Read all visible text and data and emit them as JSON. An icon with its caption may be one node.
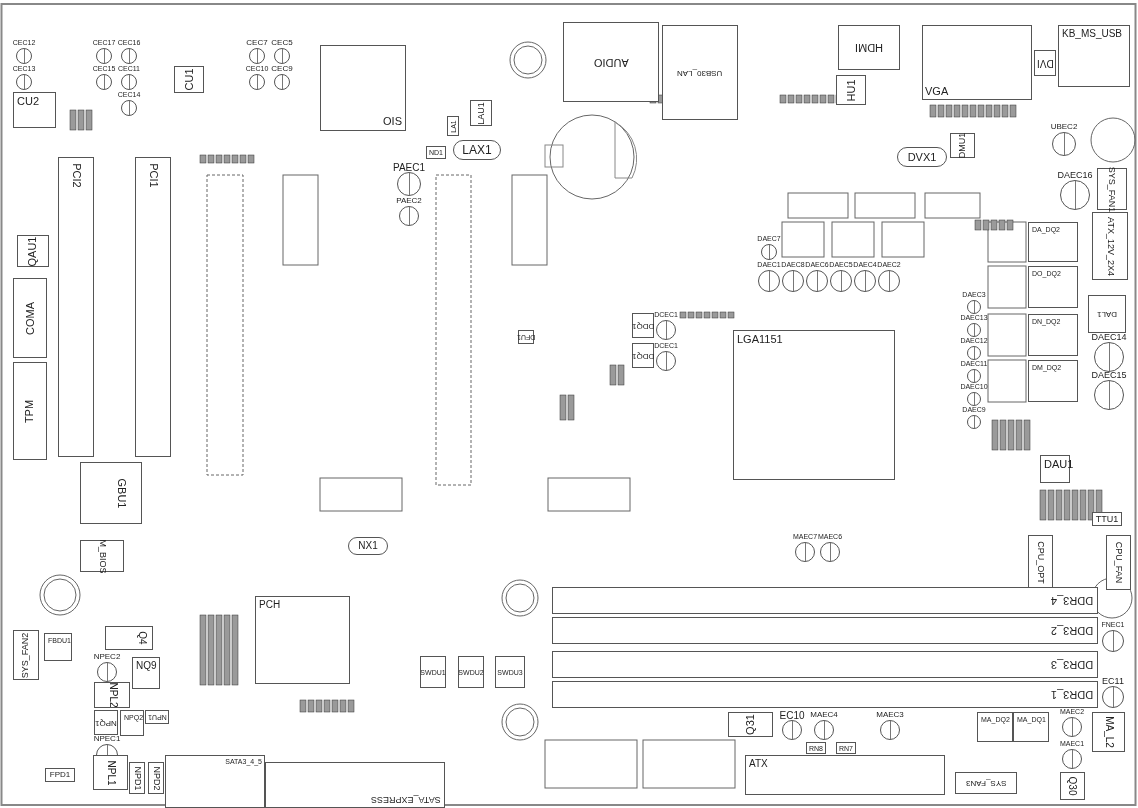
{
  "diagram": {
    "nodes": [
      {
        "text": [
          "CEC12"
        ]
      },
      {
        "text": [
          "CEC13"
        ]
      },
      {
        "text": [
          "CEC17"
        ]
      },
      {
        "text": [
          "CEC16"
        ]
      },
      {
        "text": [
          "CEC15"
        ]
      },
      {
        "text": [
          "CEC11"
        ]
      },
      {
        "text": [
          "CEC14"
        ]
      },
      {
        "text": [
          "CEC7"
        ]
      },
      {
        "text": [
          "CEC5"
        ]
      },
      {
        "text": [
          "CEC10"
        ]
      },
      {
        "text": [
          "CEC9"
        ]
      },
      {
        "text": [
          "CU2"
        ]
      },
      {
        "text": [
          "CU1"
        ]
      },
      {
        "text": [
          "PCI2"
        ]
      },
      {
        "text": [
          "PCI1"
        ]
      },
      {
        "text": [
          "OIS"
        ]
      },
      {
        "text": [
          "LAU1"
        ]
      },
      {
        "text": [
          "LAX1"
        ]
      },
      {
        "text": [
          "PAEC1"
        ]
      },
      {
        "text": [
          "PAEC2"
        ]
      },
      {
        "text": [
          "AUDIO"
        ]
      },
      {
        "text": [
          "USB30_LAN"
        ]
      },
      {
        "text": [
          "HDMI"
        ]
      },
      {
        "text": [
          "VGA"
        ]
      },
      {
        "text": [
          "DVI"
        ]
      },
      {
        "text": [
          "KB_MS_USB"
        ]
      },
      {
        "text": [
          "HU1"
        ]
      },
      {
        "text": [
          "DVX1"
        ]
      },
      {
        "text": [
          "DMU1"
        ]
      },
      {
        "text": [
          "UBEC2"
        ]
      },
      {
        "text": [
          "DAEC16"
        ]
      },
      {
        "text": [
          "SYS_FAN1"
        ]
      },
      {
        "text": [
          "ATX_12V_2X4"
        ]
      },
      {
        "text": [
          "DAEC7"
        ]
      },
      {
        "text": [
          "DAEC1"
        ]
      },
      {
        "text": [
          "DAEC8"
        ]
      },
      {
        "text": [
          "DAEC6"
        ]
      },
      {
        "text": [
          "DAEC5"
        ]
      },
      {
        "text": [
          "DAEC4"
        ]
      },
      {
        "text": [
          "DAEC2"
        ]
      },
      {
        "text": [
          "DAEC3"
        ]
      },
      {
        "text": [
          "DAEC13"
        ]
      },
      {
        "text": [
          "DAEC12"
        ]
      },
      {
        "text": [
          "DAEC11"
        ]
      },
      {
        "text": [
          "DAEC10"
        ]
      },
      {
        "text": [
          "DAEC9"
        ]
      },
      {
        "text": [
          "DA_DQ2"
        ]
      },
      {
        "text": [
          "DO_DQ2"
        ]
      },
      {
        "text": [
          "DN_DQ2"
        ]
      },
      {
        "text": [
          "DM_DQ2"
        ]
      },
      {
        "text": [
          "DAL1"
        ]
      },
      {
        "text": [
          "DAEC14"
        ]
      },
      {
        "text": [
          "DAEC15"
        ]
      },
      {
        "text": [
          "DDQ1"
        ]
      },
      {
        "text": [
          "DCEC1"
        ]
      },
      {
        "text": [
          "DDQ1"
        ]
      },
      {
        "text": [
          "DCEC1"
        ]
      },
      {
        "text": [
          "DFU1"
        ]
      },
      {
        "text": [
          "LGA1151"
        ]
      },
      {
        "text": [
          "DAU1"
        ]
      },
      {
        "text": [
          "TTU1"
        ]
      },
      {
        "text": [
          "CPU_OPT"
        ]
      },
      {
        "text": [
          "CPU_FAN"
        ]
      },
      {
        "text": [
          "MAEC7"
        ]
      },
      {
        "text": [
          "MAEC6"
        ]
      },
      {
        "text": [
          "DDR3_4"
        ]
      },
      {
        "text": [
          "DDR3_2"
        ]
      },
      {
        "text": [
          "DDR3_3"
        ]
      },
      {
        "text": [
          "DDR3_1"
        ]
      },
      {
        "text": [
          "FNEC1"
        ]
      },
      {
        "text": [
          "EC11"
        ]
      },
      {
        "text": [
          "Q31"
        ]
      },
      {
        "text": [
          "EC10"
        ]
      },
      {
        "text": [
          "MAEC4"
        ]
      },
      {
        "text": [
          "MAEC3"
        ]
      },
      {
        "text": [
          "MA_DQ2"
        ]
      },
      {
        "text": [
          "MA_DQ1"
        ]
      },
      {
        "text": [
          "MAEC2"
        ]
      },
      {
        "text": [
          "MAEC1"
        ]
      },
      {
        "text": [
          "MA_L2"
        ]
      },
      {
        "text": [
          "Q30"
        ]
      },
      {
        "text": [
          "ATX"
        ]
      },
      {
        "text": [
          "SYS_FAN3"
        ]
      },
      {
        "text": [
          "RN8"
        ]
      },
      {
        "text": [
          "RN7"
        ]
      },
      {
        "text": [
          "QAU1"
        ]
      },
      {
        "text": [
          "COMA"
        ]
      },
      {
        "text": [
          "TPM"
        ]
      },
      {
        "text": [
          "GBU1"
        ]
      },
      {
        "text": [
          "M_BIOS"
        ]
      },
      {
        "text": [
          "SYS_FAN2"
        ]
      },
      {
        "text": [
          "FBDU1"
        ]
      },
      {
        "text": [
          "NPEC2"
        ]
      },
      {
        "text": [
          "Q4"
        ]
      },
      {
        "text": [
          "NQ9"
        ]
      },
      {
        "text": [
          "NPL2"
        ]
      },
      {
        "text": [
          "NPQ1"
        ]
      },
      {
        "text": [
          "NPQ2"
        ]
      },
      {
        "text": [
          "NPU1"
        ]
      },
      {
        "text": [
          "NPEC1"
        ]
      },
      {
        "text": [
          "FPD1"
        ]
      },
      {
        "text": [
          "NPL1"
        ]
      },
      {
        "text": [
          "NPD1"
        ]
      },
      {
        "text": [
          "NPD2"
        ]
      },
      {
        "text": [
          "SATA3_4_5"
        ]
      },
      {
        "text": [
          "PCH"
        ]
      },
      {
        "text": [
          "NX1"
        ]
      },
      {
        "text": [
          "SATA_EXPRESS"
        ]
      },
      {
        "text": [
          "SWDU1"
        ]
      },
      {
        "text": [
          "SWDU2"
        ]
      },
      {
        "text": [
          "SWDU3"
        ]
      },
      {
        "text": [
          "ND1"
        ]
      },
      {
        "text": [
          "LA1"
        ]
      }
    ],
    "edges": []
  }
}
